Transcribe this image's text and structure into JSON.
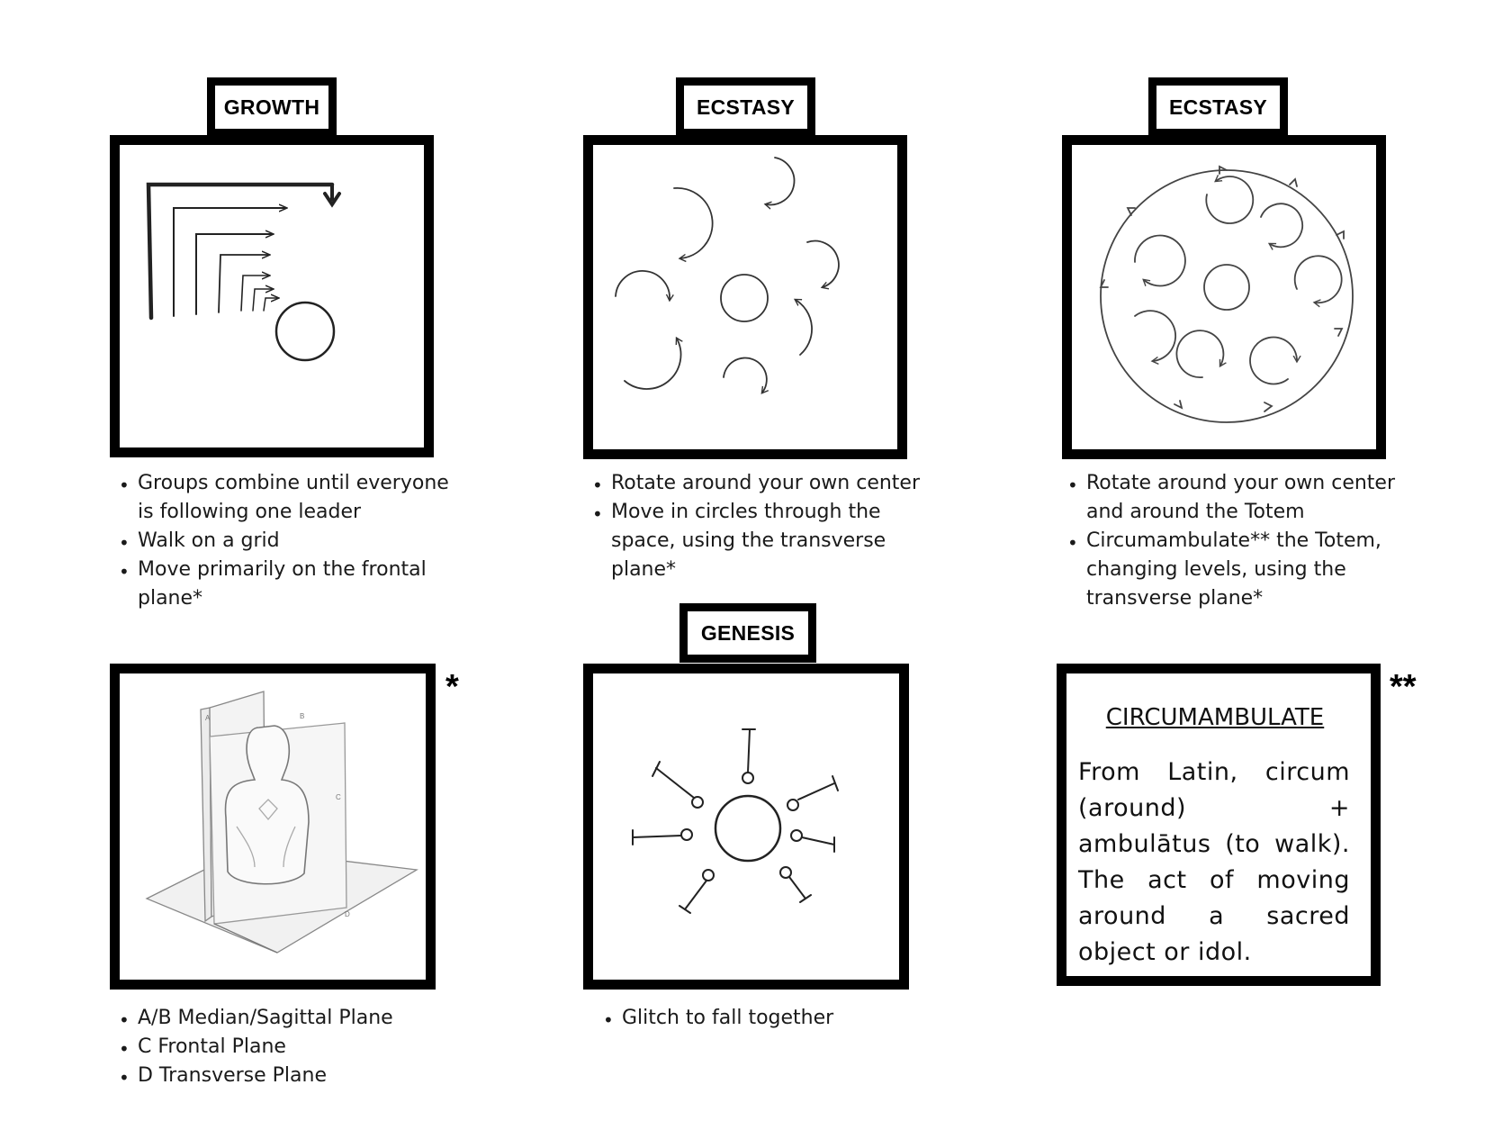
{
  "panels": [
    {
      "title": "GROWTH",
      "bullets": [
        "Groups combine until everyone is following one leader",
        "Walk on a grid",
        "Move primarily on the frontal plane*"
      ]
    },
    {
      "title": "ECSTASY",
      "bullets": [
        "Rotate around your own center",
        "Move in circles through the space, using the transverse plane*"
      ]
    },
    {
      "title": "ECSTASY",
      "bullets": [
        "Rotate around your own center and around the Totem",
        "Circumambulate** the Totem, changing levels, using the transverse plane*"
      ]
    },
    {
      "title": "",
      "footnote_marker": "*",
      "bullets": [
        "A/B Median/Sagittal Plane",
        "C Frontal Plane",
        "D Transverse Plane"
      ],
      "diagram_labels": [
        "A",
        "B",
        "C",
        "D"
      ]
    },
    {
      "title": "GENESIS",
      "bullets": [
        "Glitch to fall together"
      ]
    },
    {
      "title": "",
      "footnote_marker": "**",
      "definition": {
        "term": "CIRCUMAMBULATE",
        "text": "From Latin, circum (around) + ambulātus (to walk). The act of moving around a sacred object or idol."
      }
    }
  ]
}
